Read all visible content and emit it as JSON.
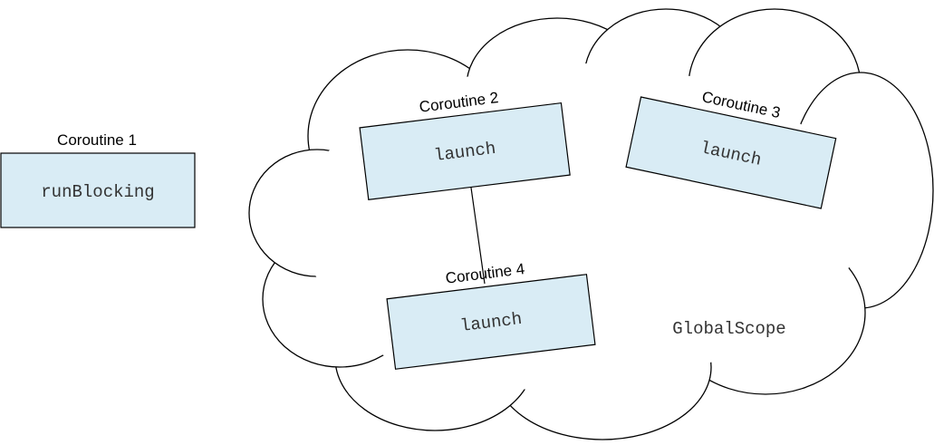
{
  "colors": {
    "box_fill": "#d9ecf5",
    "stroke": "#000000",
    "code_text": "#333333"
  },
  "coroutine1": {
    "label": "Coroutine 1",
    "builder": "runBlocking"
  },
  "coroutine2": {
    "label": "Coroutine 2",
    "builder": "launch"
  },
  "coroutine3": {
    "label": "Coroutine 3",
    "builder": "launch"
  },
  "coroutine4": {
    "label": "Coroutine 4",
    "builder": "launch"
  },
  "scope": {
    "label": "GlobalScope"
  }
}
